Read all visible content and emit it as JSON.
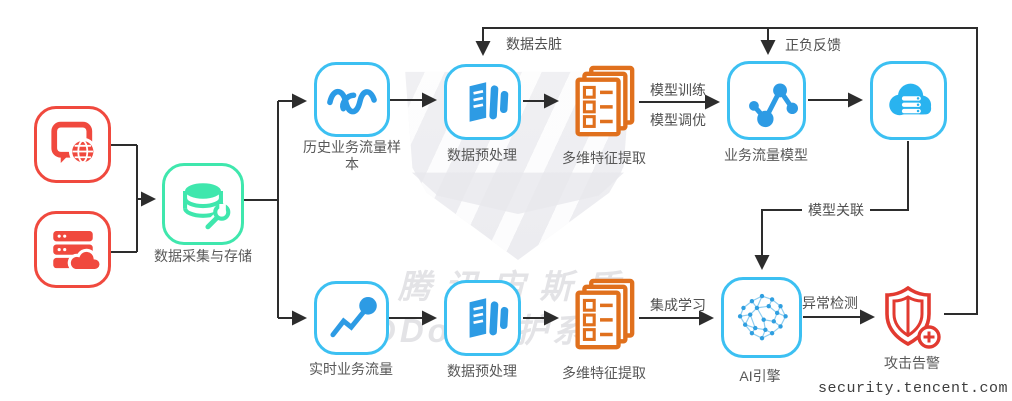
{
  "title": "AI traffic-model DDoS detection pipeline diagram",
  "watermark": {
    "line1": "腾讯宙斯盾",
    "line2": "DDoS防护系统"
  },
  "footer": {
    "text": "security.tencent.com"
  },
  "colors": {
    "red": "#f0493e",
    "green": "#3fe7ad",
    "blue_border": "#3cc0f2",
    "blue_glyph": "#2b9be6",
    "cyan_solid": "#29b3ef",
    "orange": "#e0701d",
    "wire": "#2d2d2d",
    "label": "#585858",
    "watermark_gray": "#e3e3e6"
  },
  "nodes": [
    {
      "id": "data-source-web",
      "label": ""
    },
    {
      "id": "data-source-server",
      "label": ""
    },
    {
      "id": "data-collect-store",
      "label": "数据采集与存储"
    },
    {
      "id": "history-sample",
      "label": "历史业务流量样本"
    },
    {
      "id": "preprocess-top",
      "label": "数据预处理"
    },
    {
      "id": "feature-extract-top",
      "label": "多维特征提取"
    },
    {
      "id": "traffic-model",
      "label": "业务流量模型"
    },
    {
      "id": "cloud-storage",
      "label": ""
    },
    {
      "id": "realtime-traffic",
      "label": "实时业务流量"
    },
    {
      "id": "preprocess-bottom",
      "label": "数据预处理"
    },
    {
      "id": "feature-extract-bottom",
      "label": "多维特征提取"
    },
    {
      "id": "ai-engine",
      "label": "AI引擎"
    },
    {
      "id": "attack-alert",
      "label": "攻击告警"
    }
  ],
  "edge_labels": {
    "data_clean": "数据去脏",
    "feedback": "正负反馈",
    "train": "模型训练",
    "tune": "模型调优",
    "assoc": "模型关联",
    "ensemble": "集成学习",
    "anomaly": "异常检测"
  }
}
